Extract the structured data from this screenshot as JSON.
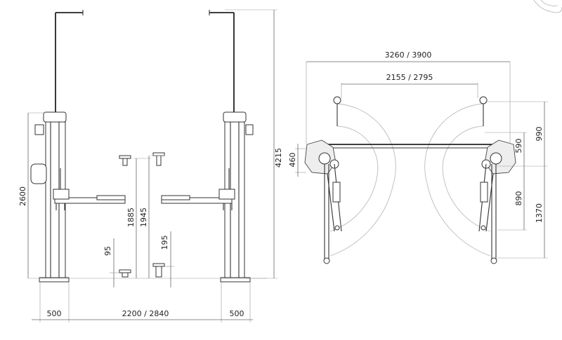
{
  "front_view": {
    "dimensions": {
      "overall_height": "4215",
      "column_height": "2600",
      "post_width_left": "500",
      "span_between": "2200  /  2840",
      "post_width_right": "500",
      "arm_height_max": "1885",
      "arm_height_max2": "1945",
      "pad_min_left": "95",
      "pad_min_right": "195"
    }
  },
  "top_view": {
    "dimensions": {
      "outer_width": "3260  /  3900",
      "inner_width": "2155  /  2795",
      "post_depth": "460",
      "arm_short_front": "590",
      "arm_short_rear": "990",
      "arm_long_front": "890",
      "arm_long_rear": "1370"
    }
  }
}
